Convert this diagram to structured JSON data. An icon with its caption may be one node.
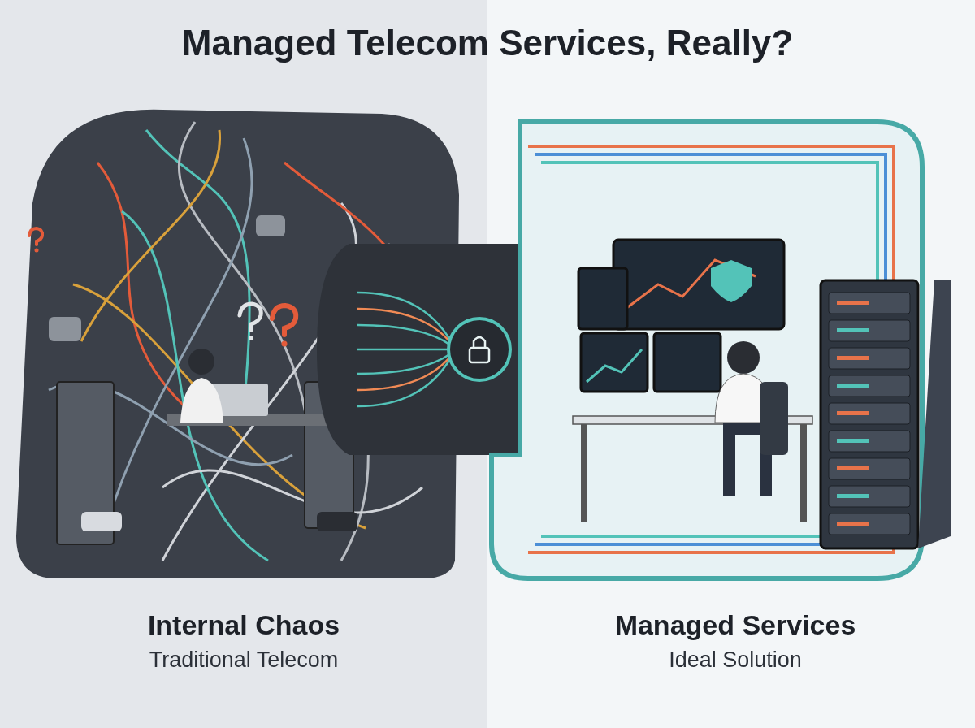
{
  "diagram": {
    "title": "Managed Telecom Services, Really?",
    "labels": [
      "Internal Chaos",
      "Traditional Telecom",
      "Managed Services",
      "Ideal Solution"
    ]
  }
}
